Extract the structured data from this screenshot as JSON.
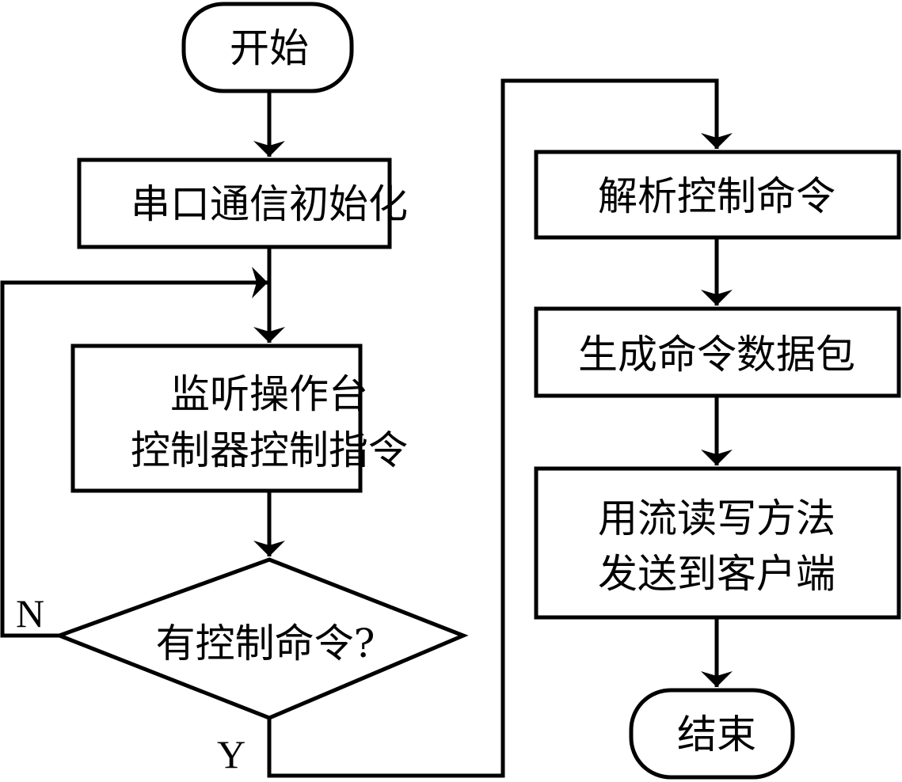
{
  "diagram": {
    "type": "flowchart",
    "nodes": {
      "start": {
        "shape": "terminal",
        "lines": [
          "开始"
        ]
      },
      "init": {
        "shape": "process",
        "lines": [
          "串口通信初始化"
        ]
      },
      "listen": {
        "shape": "process",
        "lines": [
          "监听操作台",
          "控制器控制指令"
        ]
      },
      "decision": {
        "shape": "decision",
        "lines": [
          "有控制命令?"
        ]
      },
      "parse": {
        "shape": "process",
        "lines": [
          "解析控制命令"
        ]
      },
      "packet": {
        "shape": "process",
        "lines": [
          "生成命令数据包"
        ]
      },
      "send": {
        "shape": "process",
        "lines": [
          "用流读写方法",
          "发送到客户端"
        ]
      },
      "end": {
        "shape": "terminal",
        "lines": [
          "结束"
        ]
      }
    },
    "edges": [
      {
        "from": "start",
        "to": "init"
      },
      {
        "from": "init",
        "to": "listen"
      },
      {
        "from": "listen",
        "to": "decision"
      },
      {
        "from": "decision",
        "to": "listen",
        "label": "N"
      },
      {
        "from": "decision",
        "to": "parse",
        "label": "Y"
      },
      {
        "from": "parse",
        "to": "packet"
      },
      {
        "from": "packet",
        "to": "send"
      },
      {
        "from": "send",
        "to": "end"
      }
    ],
    "labels": {
      "no": "N",
      "yes": "Y"
    },
    "colors": {
      "stroke": "#000000",
      "fill": "#ffffff",
      "text": "#000000"
    }
  }
}
